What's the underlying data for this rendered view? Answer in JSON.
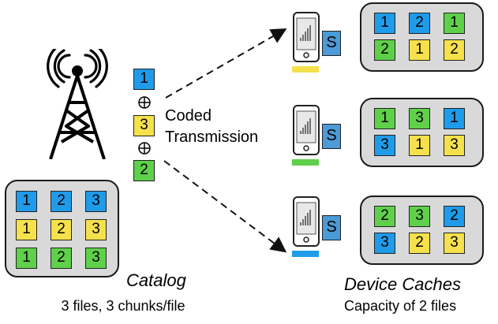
{
  "colors": {
    "blue": "#1f9bea",
    "yellow": "#f5e14b",
    "green": "#5fd04a",
    "cache_bg": "#d9d9d9",
    "badge": "#4a9bd6"
  },
  "catalog": {
    "label": "Catalog",
    "sublabel": "3 files, 3 chunks/file",
    "rows": [
      {
        "color": "blue",
        "chunks": [
          "1",
          "2",
          "3"
        ]
      },
      {
        "color": "yellow",
        "chunks": [
          "1",
          "2",
          "3"
        ]
      },
      {
        "color": "green",
        "chunks": [
          "1",
          "2",
          "3"
        ]
      }
    ]
  },
  "transmission": {
    "label_line1": "Coded",
    "label_line2": "Transmission",
    "packets": [
      {
        "color": "blue",
        "label": "1"
      },
      {
        "color": "yellow",
        "label": "3"
      },
      {
        "color": "green",
        "label": "2"
      }
    ],
    "operator": "⊕"
  },
  "devices": [
    {
      "badge": "S",
      "user_color": "yellow",
      "cache": [
        {
          "color": "blue",
          "label": "1"
        },
        {
          "color": "blue",
          "label": "2"
        },
        {
          "color": "green",
          "label": "1"
        },
        {
          "color": "green",
          "label": "2"
        },
        {
          "color": "yellow",
          "label": "1"
        },
        {
          "color": "yellow",
          "label": "2"
        }
      ]
    },
    {
      "badge": "S",
      "user_color": "green",
      "cache": [
        {
          "color": "green",
          "label": "1"
        },
        {
          "color": "green",
          "label": "3"
        },
        {
          "color": "blue",
          "label": "1"
        },
        {
          "color": "blue",
          "label": "3"
        },
        {
          "color": "yellow",
          "label": "1"
        },
        {
          "color": "yellow",
          "label": "3"
        }
      ]
    },
    {
      "badge": "S",
      "user_color": "blue",
      "cache": [
        {
          "color": "green",
          "label": "2"
        },
        {
          "color": "green",
          "label": "3"
        },
        {
          "color": "blue",
          "label": "2"
        },
        {
          "color": "blue",
          "label": "3"
        },
        {
          "color": "yellow",
          "label": "2"
        },
        {
          "color": "yellow",
          "label": "3"
        }
      ]
    }
  ],
  "device_caches": {
    "label": "Device Caches",
    "sublabel": "Capacity of 2 files"
  }
}
